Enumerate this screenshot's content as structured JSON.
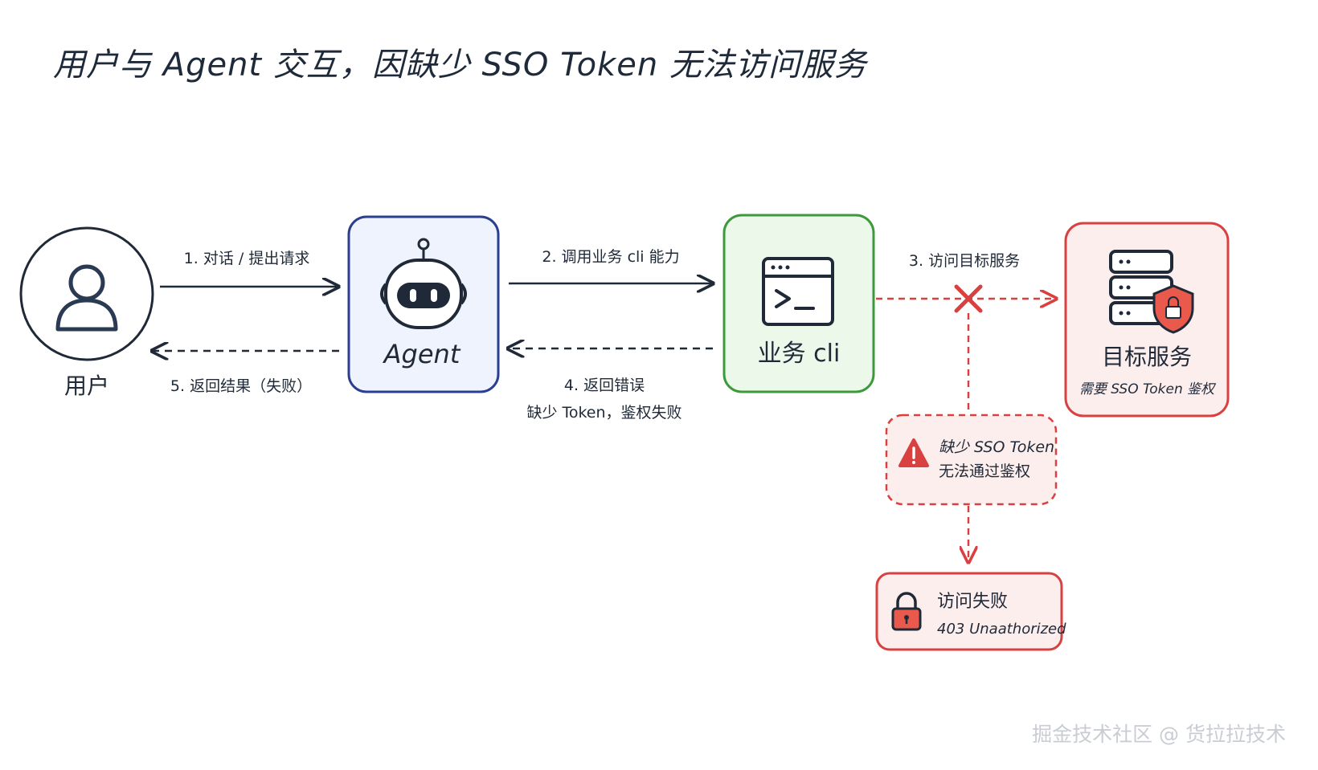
{
  "title": "用户与 Agent 交互，因缺少 SSO Token 无法访问服务",
  "nodes": {
    "user": {
      "label": "用户"
    },
    "agent": {
      "label": "Agent"
    },
    "cli": {
      "label": "业务 cli"
    },
    "service": {
      "label": "目标服务",
      "sublabel": "需要 SSO Token 鉴权"
    },
    "warning": {
      "line1": "缺少 SSO Token",
      "line2": "无法通过鉴权"
    },
    "failure": {
      "line1": "访问失败",
      "line2": "403 Unaathorized"
    }
  },
  "edges": {
    "e1": "1. 对话 / 提出请求",
    "e2": "2. 调用业务 cli 能力",
    "e3": "3. 访问目标服务",
    "e4_line1": "4. 返回错误",
    "e4_line2": "缺少 Token，鉴权失败",
    "e5": "5. 返回结果（失败）"
  },
  "watermark": "掘金技术社区 @ 货拉拉技术",
  "colors": {
    "agent_border": "#2b3f91",
    "agent_fill": "#eef3fd",
    "cli_border": "#3c9a3c",
    "cli_fill": "#ecf8ea",
    "error": "#d94040",
    "error_fill": "#fdeeee"
  }
}
